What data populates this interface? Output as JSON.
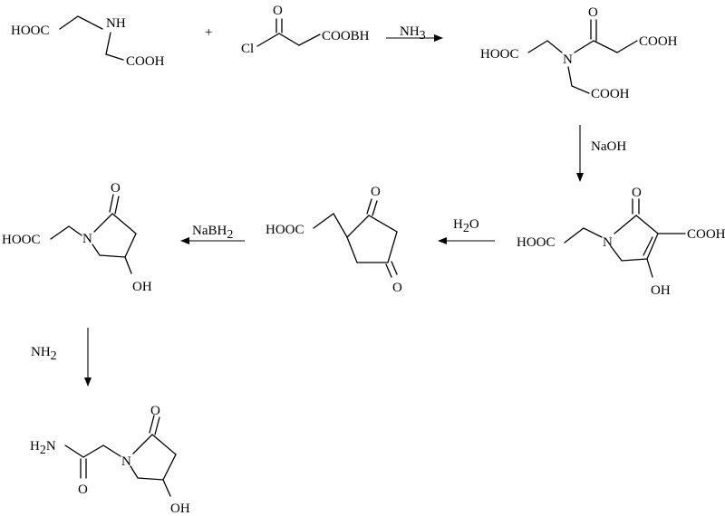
{
  "molecules": {
    "iminodiacetic": {
      "cooh_left": "HOOC",
      "nh": "NH",
      "cooh_right": "COOH"
    },
    "plus": "+",
    "acyl_chloride": {
      "o": "O",
      "cl": "Cl",
      "ester": "COOBH"
    },
    "amide": {
      "o": "O",
      "cooh_left": "HOOC",
      "n": "N",
      "cooh_right": "COOH",
      "cooh_bottom": "COOH"
    },
    "pyrrolone": {
      "o": "O",
      "cooh_left": "HOOC",
      "n": "N",
      "cooh_right": "COOH",
      "oh": "OH"
    },
    "cyclopentanedione": {
      "o_top": "O",
      "cooh": "HOOC",
      "o_bottom": "O"
    },
    "hydroxy_pyrrolidone": {
      "o": "O",
      "cooh": "HOOC",
      "n": "N",
      "oh": "OH"
    },
    "product": {
      "o_top": "O",
      "amine": "H",
      "amine_sub": "2",
      "amine_n": "N",
      "o_bottom": "O",
      "n": "N",
      "oh": "OH"
    }
  },
  "reagents": {
    "step1": {
      "main": "NH",
      "sub": "3"
    },
    "step2": "NaOH",
    "step3": {
      "main": "H",
      "sub": "2",
      "tail": "O"
    },
    "step4": {
      "main": "NaBH",
      "sub": "2"
    },
    "step5": {
      "main": "NH",
      "sub": "2"
    }
  }
}
